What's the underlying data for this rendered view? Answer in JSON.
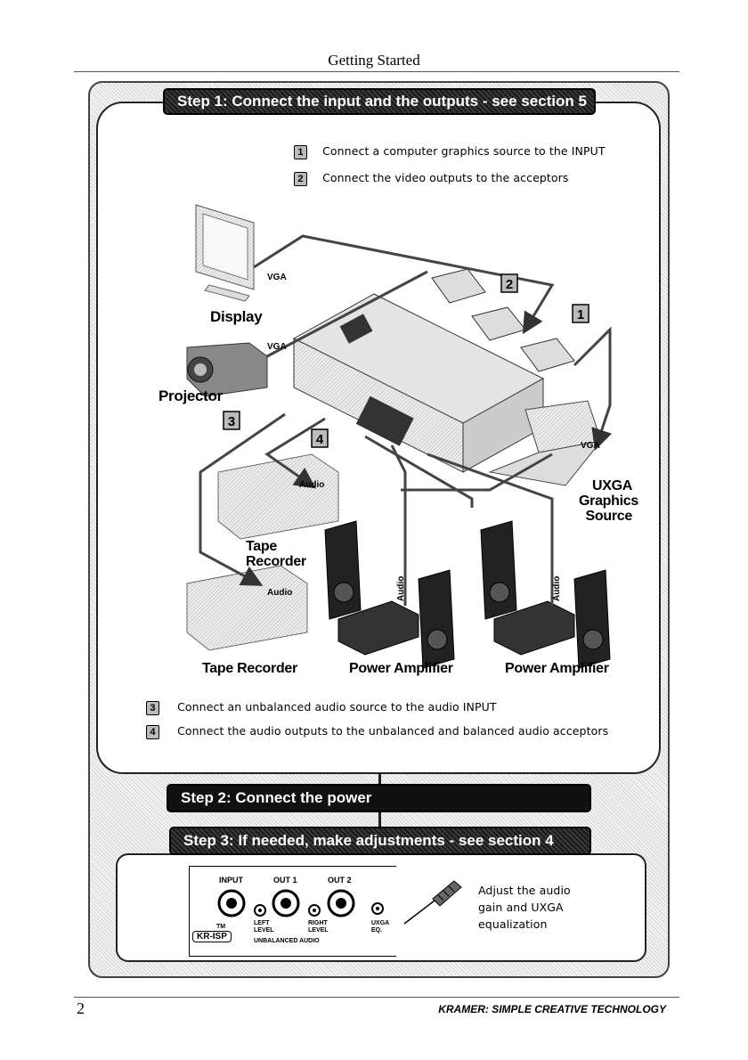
{
  "header": {
    "title": "Getting Started"
  },
  "step1": {
    "title": "Step 1: Connect the input and the outputs - see section 5",
    "instructions_top": [
      {
        "num": "1",
        "text": "Connect a computer graphics source to the INPUT"
      },
      {
        "num": "2",
        "text": "Connect the video outputs to the acceptors"
      }
    ],
    "instructions_bottom": [
      {
        "num": "3",
        "text": "Connect an unbalanced audio source to the audio INPUT"
      },
      {
        "num": "4",
        "text": "Connect the audio outputs to the unbalanced and balanced audio acceptors"
      }
    ],
    "diagram": {
      "labels": {
        "display": "Display",
        "projector": "Projector",
        "tape_recorder_1": "Tape\nRecorder",
        "tape_recorder_2": "Tape Recorder",
        "power_amp_1": "Power Amplifier",
        "power_amp_2": "Power Amplifier",
        "uxga_1": "UXGA",
        "uxga_2": "Graphics",
        "uxga_3": "Source"
      },
      "cable_labels": {
        "vga": "VGA",
        "audio": "Audio"
      },
      "callouts": [
        "1",
        "2",
        "3",
        "4"
      ]
    }
  },
  "step2": {
    "title": "Step 2: Connect the power"
  },
  "step3": {
    "title": "Step 3: If needed, make adjustments - see section 4",
    "panel": {
      "input": "INPUT",
      "out1": "OUT 1",
      "out2": "OUT 2",
      "left_level": "LEFT\nLEVEL",
      "right_level": "RIGHT\nLEVEL",
      "uxga_eq": "UXGA\nEQ.",
      "unbalanced": "UNBALANCED AUDIO",
      "tm": "TM",
      "model": "KR-ISP"
    },
    "note": "Adjust the audio\ngain and UXGA\nequalization"
  },
  "footer": {
    "page_number": "2",
    "brand": "KRAMER:  SIMPLE CREATIVE TECHNOLOGY"
  }
}
